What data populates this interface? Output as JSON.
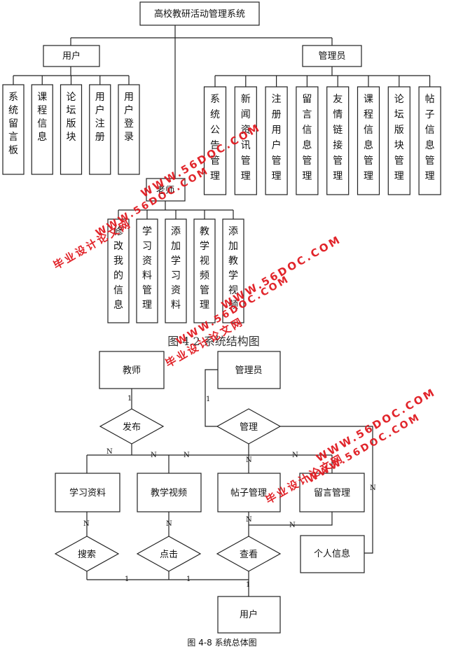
{
  "structure_chart": {
    "root": "高校教研活动管理系统",
    "user_node": "用户",
    "user_modules": [
      "系统留言板",
      "课程信息",
      "论坛版块",
      "用户注册",
      "用户登录"
    ],
    "admin_node": "管理员",
    "admin_modules": [
      "系统公告管理",
      "新闻资讯管理",
      "注册用户管理",
      "留言信息管理",
      "友情链接管理",
      "课程信息管理",
      "论坛版块管理",
      "帖子信息管理"
    ],
    "teacher_node": "老师",
    "teacher_modules": [
      "修改我的信息",
      "学习资料管理",
      "添加学习资料",
      "教学视频管理",
      "添加教学视频"
    ],
    "caption": "图 4.2 系统结构图"
  },
  "er_diagram": {
    "teacher": "教师",
    "admin": "管理员",
    "publish": "发布",
    "manage": "管理",
    "study_material": "学习资料",
    "teaching_video": "教学视频",
    "post_manage": "帖子管理",
    "message_manage": "留言管理",
    "personal_info": "个人信息",
    "search": "搜索",
    "click": "点击",
    "view": "查看",
    "user": "用户",
    "label_one": "1",
    "label_n": "N",
    "caption": "图 4-8  系统总体图"
  },
  "watermarks": {
    "site": "WWW.56DOC.COM",
    "cn": "毕业设计论文网"
  }
}
